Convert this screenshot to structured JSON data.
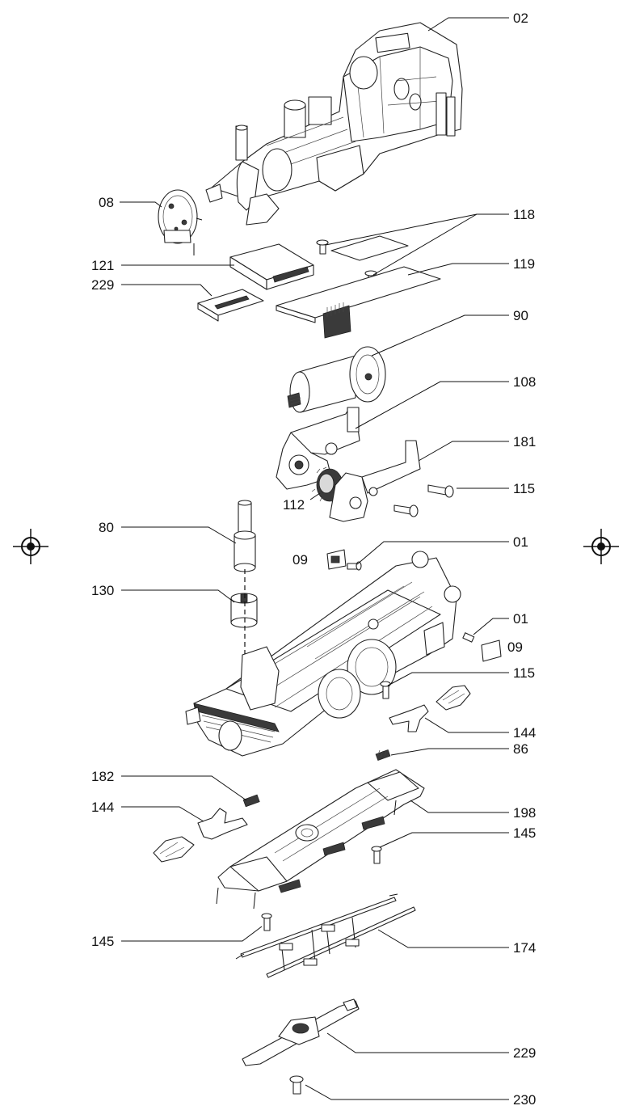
{
  "labels": [
    {
      "id": "l02",
      "text": "02"
    },
    {
      "id": "l08",
      "text": "08"
    },
    {
      "id": "l118",
      "text": "118"
    },
    {
      "id": "l121",
      "text": "121"
    },
    {
      "id": "l119",
      "text": "119"
    },
    {
      "id": "l229a",
      "text": "229"
    },
    {
      "id": "l90",
      "text": "90"
    },
    {
      "id": "l108",
      "text": "108"
    },
    {
      "id": "l181",
      "text": "181"
    },
    {
      "id": "l115a",
      "text": "115"
    },
    {
      "id": "l112",
      "text": "112"
    },
    {
      "id": "l80",
      "text": "80"
    },
    {
      "id": "l01a",
      "text": "01"
    },
    {
      "id": "l09a",
      "text": "09"
    },
    {
      "id": "l130",
      "text": "130"
    },
    {
      "id": "l01b",
      "text": "01"
    },
    {
      "id": "l09b",
      "text": "09"
    },
    {
      "id": "l115b",
      "text": "115"
    },
    {
      "id": "l144a",
      "text": "144"
    },
    {
      "id": "l86",
      "text": "86"
    },
    {
      "id": "l182",
      "text": "182"
    },
    {
      "id": "l144b",
      "text": "144"
    },
    {
      "id": "l198",
      "text": "198"
    },
    {
      "id": "l145a",
      "text": "145"
    },
    {
      "id": "l145b",
      "text": "145"
    },
    {
      "id": "l174",
      "text": "174"
    },
    {
      "id": "l229b",
      "text": "229"
    },
    {
      "id": "l230",
      "text": "230"
    }
  ]
}
